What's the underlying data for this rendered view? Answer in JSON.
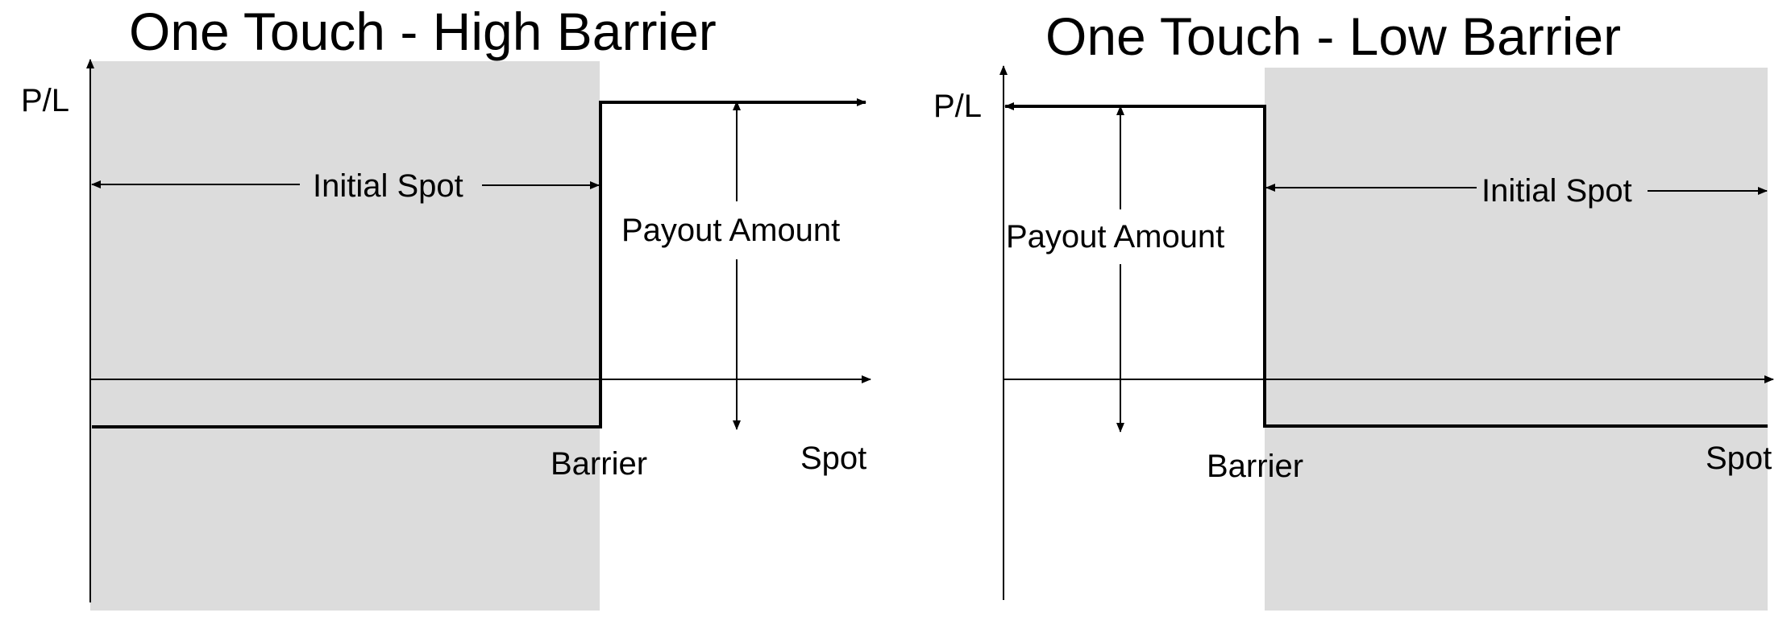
{
  "colors": {
    "background": "#ffffff",
    "shade": "#dcdcdc",
    "line": "#000000"
  },
  "panels": [
    {
      "title": "One Touch - High Barrier",
      "y_axis_label": "P/L",
      "x_axis_label": "Spot",
      "barrier_label": "Barrier",
      "spot_label": "Initial Spot",
      "payout_label": "Payout Amount"
    },
    {
      "title": "One Touch - Low Barrier",
      "y_axis_label": "P/L",
      "x_axis_label": "Spot",
      "barrier_label": "Barrier",
      "spot_label": "Initial Spot",
      "payout_label": "Payout Amount"
    }
  ]
}
